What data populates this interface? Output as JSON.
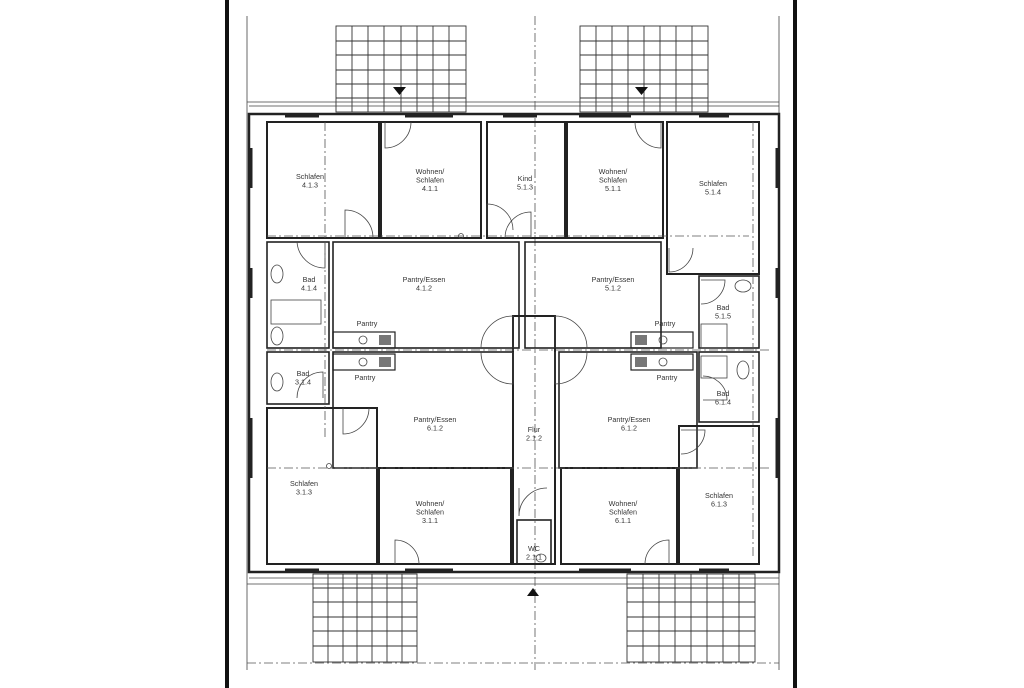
{
  "plan": {
    "rooms": [
      {
        "id": "schlafen_413",
        "lines": [
          "Schlafen",
          "4.1.3"
        ]
      },
      {
        "id": "wohnen_411",
        "lines": [
          "Wohnen/",
          "Schlafen",
          "4.1.1"
        ]
      },
      {
        "id": "kind_513",
        "lines": [
          "Kind",
          "5.1.3"
        ]
      },
      {
        "id": "wohnen_511",
        "lines": [
          "Wohnen/",
          "Schlafen",
          "5.1.1"
        ]
      },
      {
        "id": "schlafen_514",
        "lines": [
          "Schlafen",
          "5.1.4"
        ]
      },
      {
        "id": "bad_414",
        "lines": [
          "Bad",
          "4.1.4"
        ]
      },
      {
        "id": "pantry_412",
        "lines": [
          "Pantry/Essen",
          "4.1.2"
        ]
      },
      {
        "id": "pantry_512",
        "lines": [
          "Pantry/Essen",
          "5.1.2"
        ]
      },
      {
        "id": "bad_515",
        "lines": [
          "Bad",
          "5.1.5"
        ]
      },
      {
        "id": "pantry_label_l1",
        "lines": [
          "Pantry"
        ]
      },
      {
        "id": "pantry_label_r1",
        "lines": [
          "Pantry"
        ]
      },
      {
        "id": "pantry_label_l2",
        "lines": [
          "Pantry"
        ]
      },
      {
        "id": "pantry_label_r2",
        "lines": [
          "Pantry"
        ]
      },
      {
        "id": "bad_314",
        "lines": [
          "Bad",
          "3.1.4"
        ]
      },
      {
        "id": "bad_614",
        "lines": [
          "Bad",
          "6.1.4"
        ]
      },
      {
        "id": "pantry_312",
        "lines": [
          "Pantry/Essen",
          "6.1.2"
        ]
      },
      {
        "id": "flur_212",
        "lines": [
          "Flur",
          "2.1.2"
        ]
      },
      {
        "id": "pantry_612",
        "lines": [
          "Pantry/Essen",
          "6.1.2"
        ]
      },
      {
        "id": "schlafen_313",
        "lines": [
          "Schlafen",
          "3.1.3"
        ]
      },
      {
        "id": "wohnen_311",
        "lines": [
          "Wohnen/",
          "Schlafen",
          "3.1.1"
        ]
      },
      {
        "id": "wohnen_611",
        "lines": [
          "Wohnen/",
          "Schlafen",
          "6.1.1"
        ]
      },
      {
        "id": "schlafen_613",
        "lines": [
          "Schlafen",
          "6.1.3"
        ]
      },
      {
        "id": "wc_211",
        "lines": [
          "WC",
          "2.1.1"
        ]
      }
    ]
  }
}
